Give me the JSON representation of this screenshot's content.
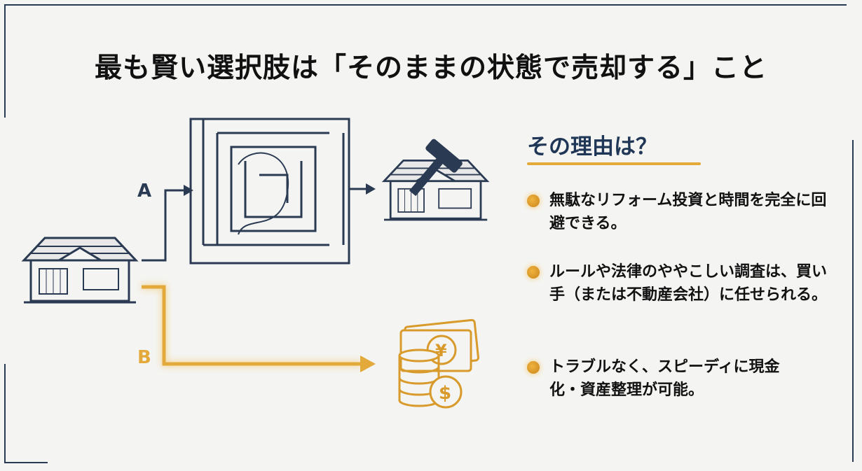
{
  "title": "最も賢い選択肢は「そのままの状態で売却する」こと",
  "diagram": {
    "path_a_label": "A",
    "path_b_label": "B",
    "icons": [
      "old-house-icon",
      "maze-icon",
      "renovated-house-icon",
      "hammer-icon",
      "money-coins-icon",
      "yen-icon",
      "dollar-icon"
    ],
    "colors": {
      "navy": "#2a3a52",
      "gold": "#e3a93a"
    }
  },
  "reasons": {
    "heading": "その理由は？",
    "items": [
      "無駄なリフォーム投資と時間を完全に回避できる。",
      "ルールや法律のややこしい調査は、買い手（または不動産会社）に任せられる。",
      "トラブルなく、スピーディに現金化・資産整理が可能。"
    ]
  }
}
